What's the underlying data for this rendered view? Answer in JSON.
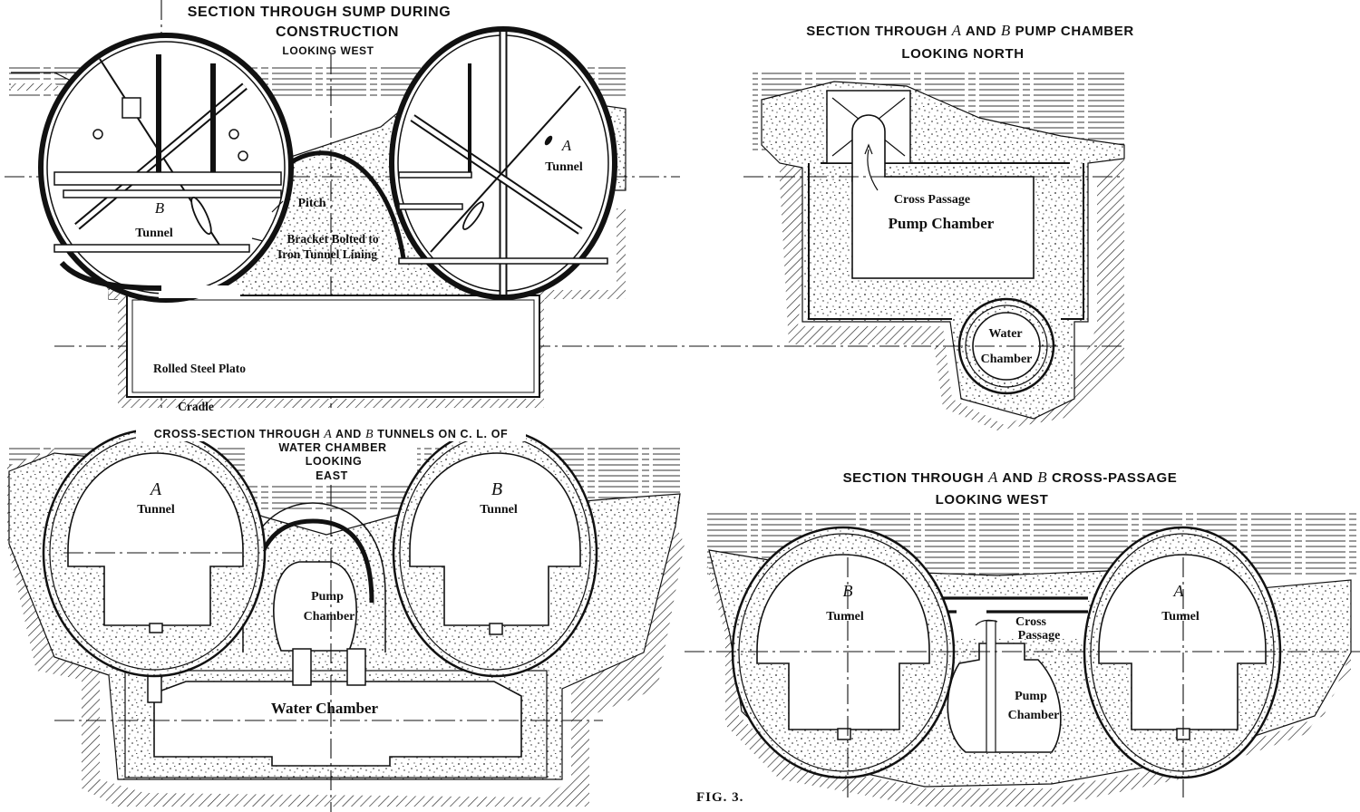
{
  "figure": {
    "caption": "FIG. 3.",
    "ink_color": "#111111",
    "paper_color": "#ffffff"
  },
  "panels": {
    "sump": {
      "title_line1": "SECTION THROUGH SUMP DURING",
      "title_line2": "CONSTRUCTION",
      "subtitle": "LOOKING WEST",
      "labels": {
        "tunnel_b_letter": "B",
        "tunnel_b_word": "Tunnel",
        "tunnel_a_letter": "A",
        "tunnel_a_word": "Tunnel",
        "pitch": "Pitch",
        "bracket_line1": "Bracket Bolted to",
        "bracket_line2": "Iron Tunnel Lining",
        "rolled_plate": "Rolled Steel Plato",
        "cradle": "Cradle"
      }
    },
    "pump_chamber": {
      "title_pre": "SECTION THROUGH ",
      "title_a": "A",
      "title_mid": " AND ",
      "title_b": "B",
      "title_post": " PUMP CHAMBER",
      "subtitle": "LOOKING NORTH",
      "labels": {
        "cross_passage": "Cross Passage",
        "pump_chamber": "Pump Chamber",
        "water_line1": "Water",
        "water_line2": "Chamber"
      }
    },
    "water_chamber": {
      "title_pre": "CROSS-SECTION THROUGH ",
      "title_a": "A",
      "title_mid": " AND ",
      "title_b": "B",
      "title_post": " TUNNELS ON C. L. OF",
      "title_line2": "WATER CHAMBER",
      "title_line3": "LOOKING",
      "title_line4": "EAST",
      "labels": {
        "tunnel_a_letter": "A",
        "tunnel_a_word": "Tunnel",
        "tunnel_b_letter": "B",
        "tunnel_b_word": "Tunnel",
        "pump_line1": "Pump",
        "pump_line2": "Chamber",
        "water_chamber": "Water Chamber"
      }
    },
    "cross_passage": {
      "title_pre": "SECTION THROUGH ",
      "title_a": "A",
      "title_mid": " AND ",
      "title_b": "B",
      "title_post": " CROSS-PASSAGE",
      "subtitle": "LOOKING WEST",
      "labels": {
        "tunnel_b_letter": "B",
        "tunnel_b_word": "Tunnel",
        "tunnel_a_letter": "A",
        "tunnel_a_word": "Tunnel",
        "cross_line1": "Cross",
        "cross_line2": "Passage",
        "pump_line1": "Pump",
        "pump_line2": "Chamber"
      }
    }
  }
}
